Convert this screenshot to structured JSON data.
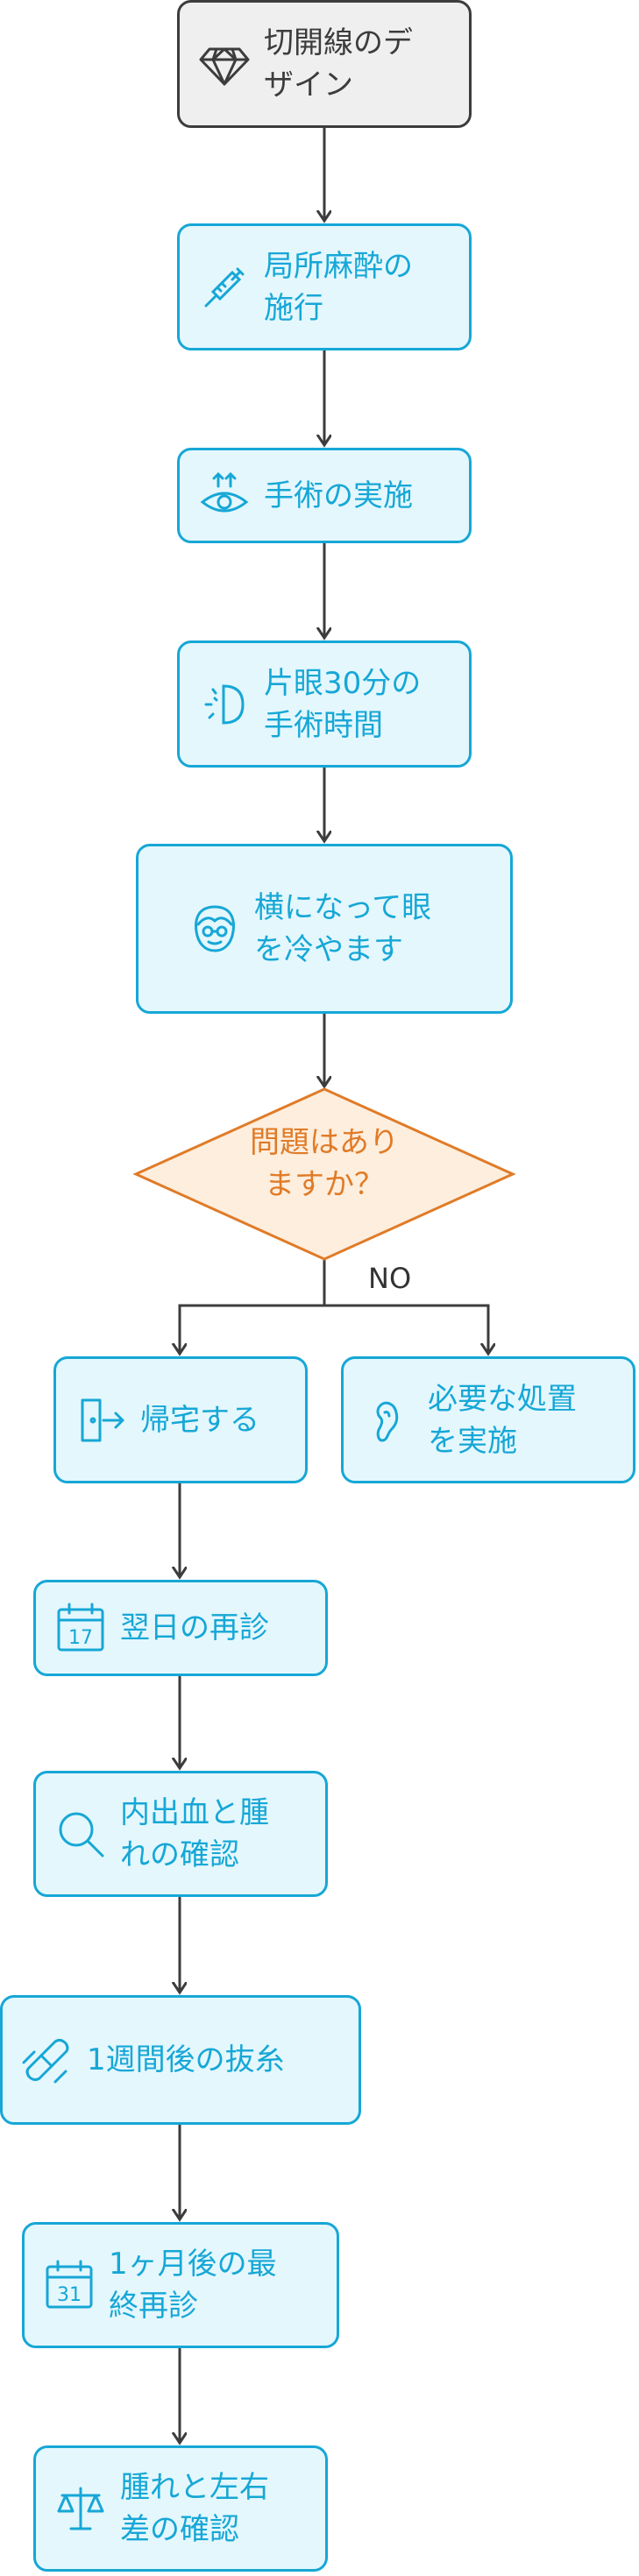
{
  "nodes": {
    "design": {
      "label": "切開線のデ\nザイン",
      "icon": "diamond-icon"
    },
    "anesthesia": {
      "label": "局所麻酔の\n施行",
      "icon": "syringe-icon"
    },
    "surgery": {
      "label": "手術の実施",
      "icon": "eye-lift-icon"
    },
    "time": {
      "label": "片眼30分の\n手術時間",
      "icon": "half-moon-icon"
    },
    "cool": {
      "label": "横になって眼\nを冷やます",
      "icon": "face-icon"
    },
    "home": {
      "label": "帰宅する",
      "icon": "exit-door-icon"
    },
    "treatment": {
      "label": "必要な処置\nを実施",
      "icon": "ear-icon"
    },
    "nextday": {
      "label": "翌日の再診",
      "icon": "calendar-17-icon"
    },
    "bleeding": {
      "label": "内出血と腫\nれの確認",
      "icon": "magnifier-icon"
    },
    "suture": {
      "label": "1週間後の抜糸",
      "icon": "bandage-icon"
    },
    "month": {
      "label": "1ヶ月後の最\n終再診",
      "icon": "calendar-31-icon"
    },
    "symmetry": {
      "label": "腫れと左右\n差の確認",
      "icon": "scale-icon"
    }
  },
  "decision": {
    "label": "問題はあり\nますか？"
  },
  "edge_labels": {
    "no": "NO"
  },
  "colors": {
    "accent": "#16a7d6",
    "node_fill": "#e4f7fd",
    "start_fill": "#efefef",
    "start_border": "#3c3c3c",
    "decision_stroke": "#e07b27",
    "decision_fill": "#fdeede",
    "edge": "#3c3c3c"
  }
}
